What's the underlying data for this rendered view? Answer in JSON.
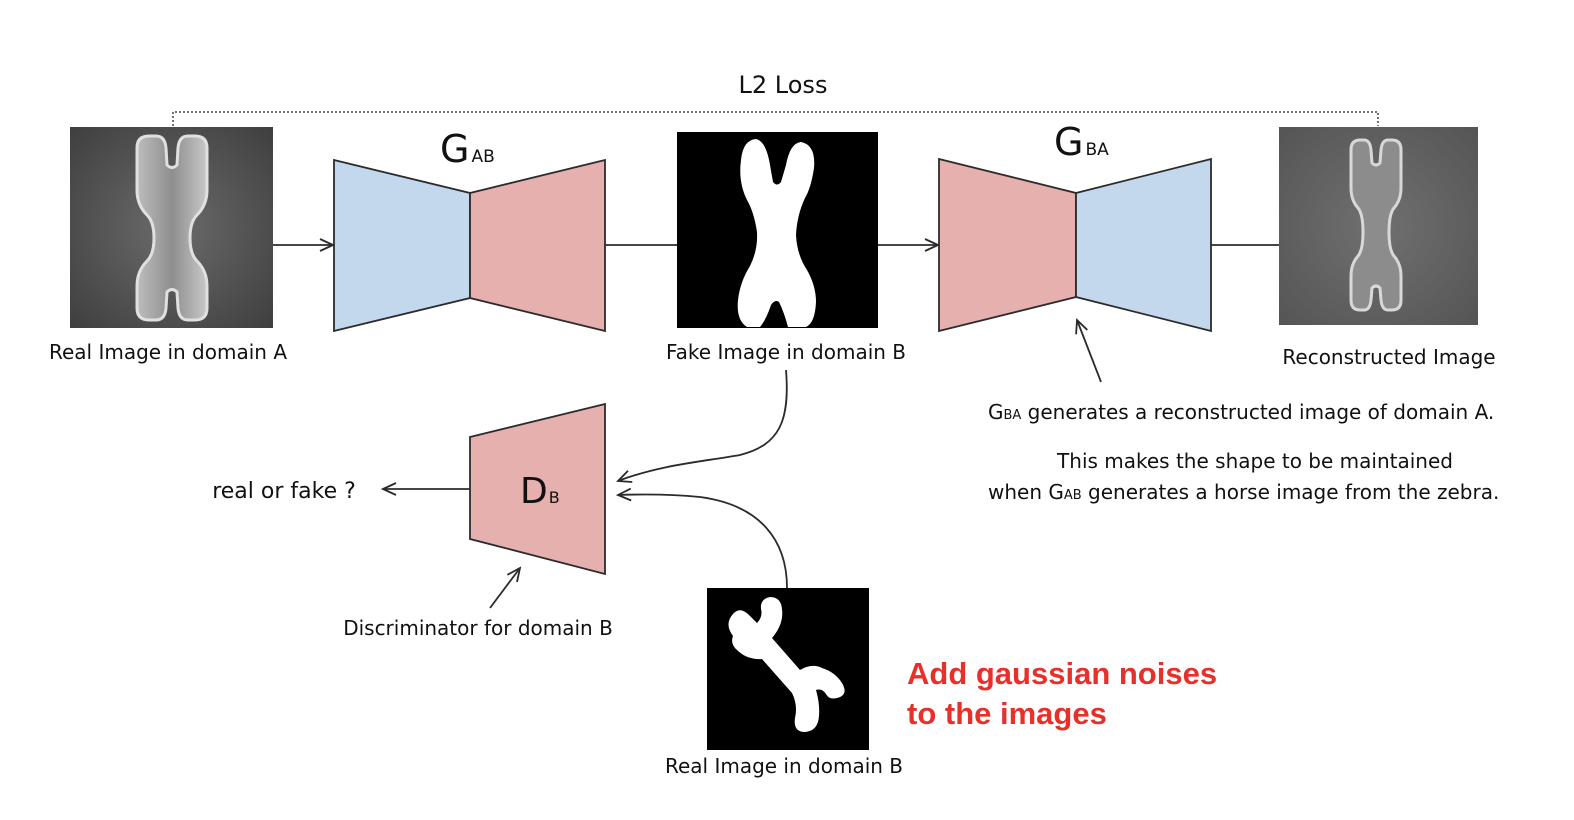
{
  "loss": {
    "label": "L2 Loss"
  },
  "images": {
    "real_a_label": "Real Image in domain A",
    "fake_b_label": "Fake Image in domain B",
    "reconstructed_label": "Reconstructed Image",
    "real_b_label": "Real Image in domain B"
  },
  "generators": {
    "g_ab": {
      "main": "G",
      "sub": "AB"
    },
    "g_ba": {
      "main": "G",
      "sub": "BA"
    }
  },
  "discriminator": {
    "main": "D",
    "sub": "B",
    "caption": "Discriminator for domain B",
    "output_label": "real or fake ?"
  },
  "explanation": {
    "line1_g": "G",
    "line1_sub": "BA",
    "line1_rest": " generates a reconstructed image of domain A.",
    "line2": "This makes the shape to be maintained",
    "line3_pre": "when G",
    "line3_sub": "AB",
    "line3_rest": " generates a horse image from the zebra."
  },
  "note": {
    "line1": "Add gaussian noises",
    "line2": "to the images",
    "color": "#e8302a"
  },
  "colors": {
    "encoder_blue": "#c3d8ec",
    "decoder_pink": "#e6b0ae",
    "stroke": "#2b2b2b"
  }
}
